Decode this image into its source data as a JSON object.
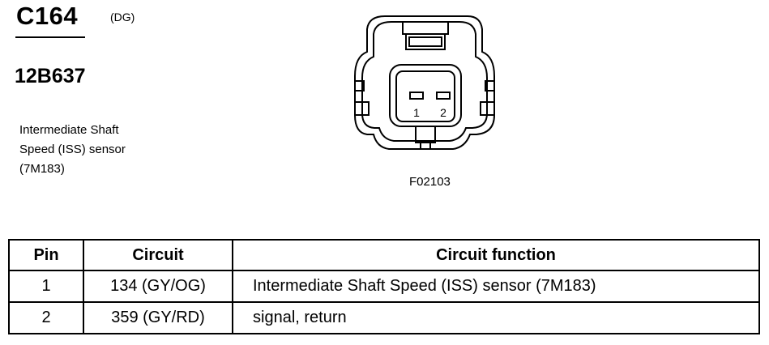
{
  "connector": {
    "id": "C164",
    "color_code": "(DG)",
    "part_number": "12B637",
    "description_lines": [
      "Intermediate Shaft",
      "Speed (ISS) sensor",
      "(7M183)"
    ]
  },
  "diagram": {
    "pin_labels": [
      "1",
      "2"
    ],
    "figure_id": "F02103"
  },
  "table": {
    "headers": {
      "pin": "Pin",
      "circuit": "Circuit",
      "function": "Circuit function"
    },
    "rows": [
      {
        "pin": "1",
        "circuit": "134 (GY/OG)",
        "function": "Intermediate Shaft Speed (ISS) sensor (7M183)"
      },
      {
        "pin": "2",
        "circuit": "359 (GY/RD)",
        "function": "signal, return"
      }
    ]
  }
}
